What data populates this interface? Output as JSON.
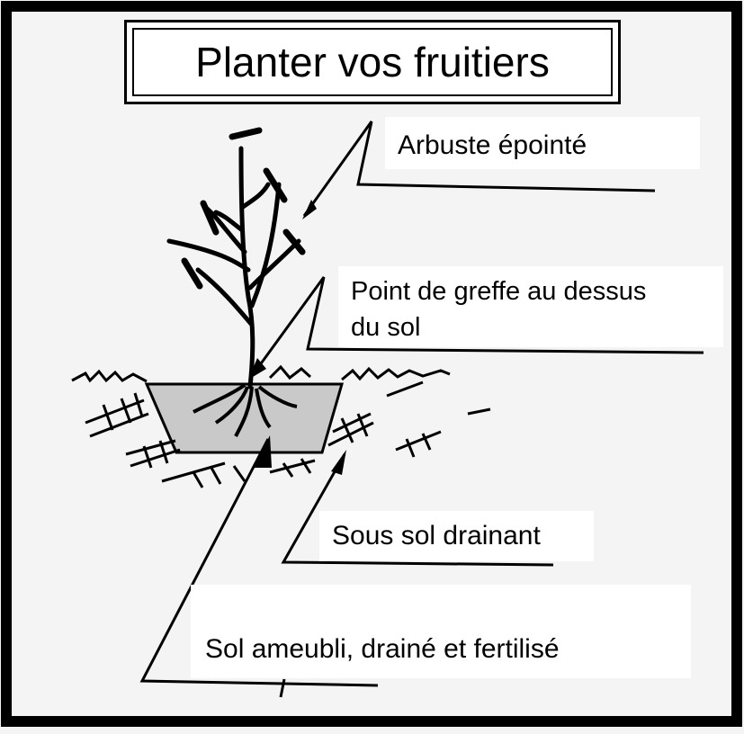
{
  "title": "Planter vos fruitiers",
  "labels": {
    "shrub": "Arbuste épointé",
    "graft_line1": "Point de greffe au dessus",
    "graft_line2": "du sol",
    "subsoil": "Sous sol drainant",
    "soil": "Sol ameubli, drainé et fertilisé"
  },
  "colors": {
    "ink": "#000000",
    "paper": "#f4f4f4",
    "soil_fill": "#c9c9c9"
  }
}
